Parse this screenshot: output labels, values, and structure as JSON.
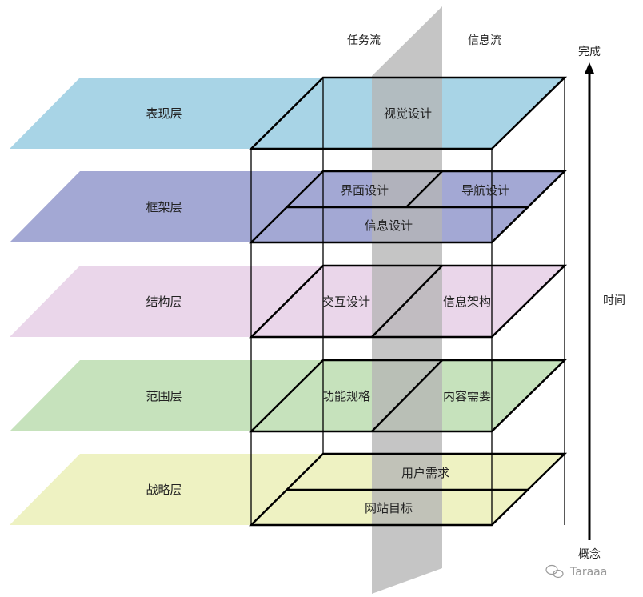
{
  "layers": [
    {
      "label": "表现层",
      "color": "#a8d4e6"
    },
    {
      "label": "框架层",
      "color": "#a3a8d4"
    },
    {
      "label": "结构层",
      "color": "#ead6ea"
    },
    {
      "label": "范围层",
      "color": "#c6e2bc"
    },
    {
      "label": "战略层",
      "color": "#eef2c2"
    }
  ],
  "boxes": {
    "visual_design": "视觉设计",
    "interface_design": "界面设计",
    "navigation_design": "导航设计",
    "information_design": "信息设计",
    "interaction_design": "交互设计",
    "information_architecture": "信息架构",
    "functional_spec": "功能规格",
    "content_requirements": "内容需要",
    "user_needs": "用户需求",
    "site_objectives": "网站目标"
  },
  "flows": {
    "task": "任务流",
    "info": "信息流"
  },
  "time_axis": {
    "top": "完成",
    "middle": "时间",
    "bottom": "概念"
  },
  "watermark": "Taraaa",
  "colors": {
    "divider_plane": "#b5b5b5",
    "edge": "#000000"
  }
}
